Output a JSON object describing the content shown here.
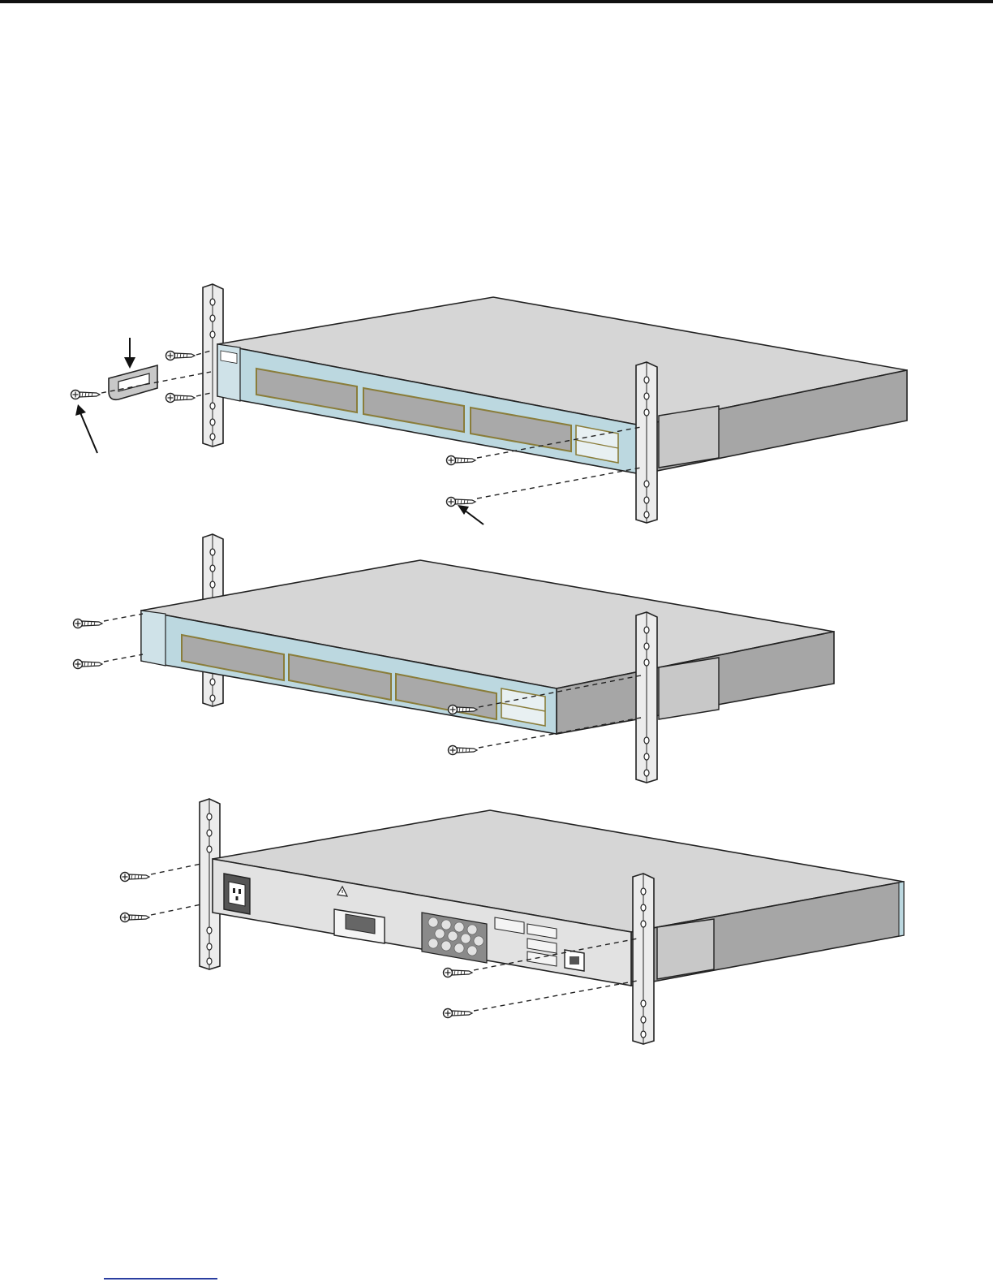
{
  "figure": {
    "steps": [
      {
        "id": "step-1",
        "view": "front"
      },
      {
        "id": "step-2",
        "view": "front"
      },
      {
        "id": "step-3",
        "view": "rear"
      }
    ]
  },
  "colors": {
    "chassis_top": "#d6d6d6",
    "chassis_side": "#a6a6a6",
    "front_panel": "#bcd8e0",
    "rack_rail": "#ececec",
    "bracket": "#c8c8c8",
    "port": "#a9a9a9",
    "port_accent": "#8a7d3a",
    "outline": "#222222",
    "top_rule": "#111111",
    "footer_link": "#2a3ea0"
  },
  "icons": [
    "screw-icon",
    "cable-guide-icon",
    "pointer-arrow-icon",
    "warning-triangle-icon",
    "power-inlet-icon"
  ]
}
